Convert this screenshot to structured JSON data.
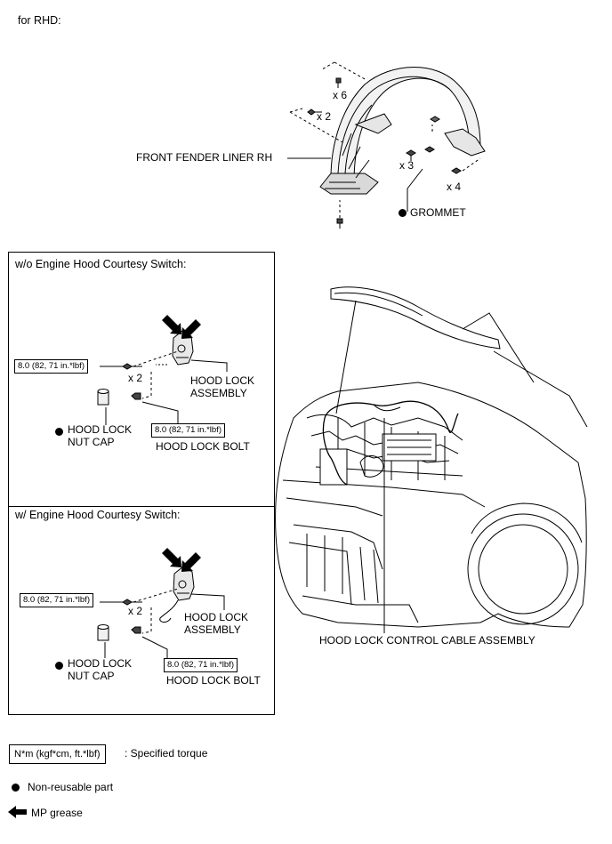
{
  "header": {
    "variant": "for RHD:"
  },
  "fender": {
    "label": "FRONT FENDER LINER RH",
    "qty_top": "x 6",
    "qty_left": "x 2",
    "qty_mid": "x 3",
    "qty_right": "x 4",
    "grommet": "GROMMET"
  },
  "panel_without": {
    "title": "w/o Engine Hood Courtesy Switch:",
    "torque_1": "8.0 (82, 71 in.*lbf)",
    "qty": "x 2",
    "lock_label_1": "HOOD LOCK",
    "lock_label_2": "ASSEMBLY",
    "cap_label_1": "HOOD LOCK",
    "cap_label_2": "NUT CAP",
    "torque_2": "8.0 (82, 71 in.*lbf)",
    "bolt_label": "HOOD LOCK BOLT"
  },
  "panel_with": {
    "title": "w/ Engine Hood Courtesy Switch:",
    "torque_1": "8.0 (82, 71 in.*lbf)",
    "qty": "x 2",
    "lock_label_1": "HOOD LOCK",
    "lock_label_2": "ASSEMBLY",
    "cap_label_1": "HOOD LOCK",
    "cap_label_2": "NUT CAP",
    "torque_2": "8.0 (82, 71 in.*lbf)",
    "bolt_label": "HOOD LOCK BOLT"
  },
  "vehicle": {
    "cable_label": "HOOD LOCK CONTROL CABLE ASSEMBLY"
  },
  "legend": {
    "torque_unit": "N*m (kgf*cm, ft.*lbf)",
    "torque_desc": ": Specified torque",
    "non_reusable": "Non-reusable part",
    "grease": "MP grease"
  }
}
